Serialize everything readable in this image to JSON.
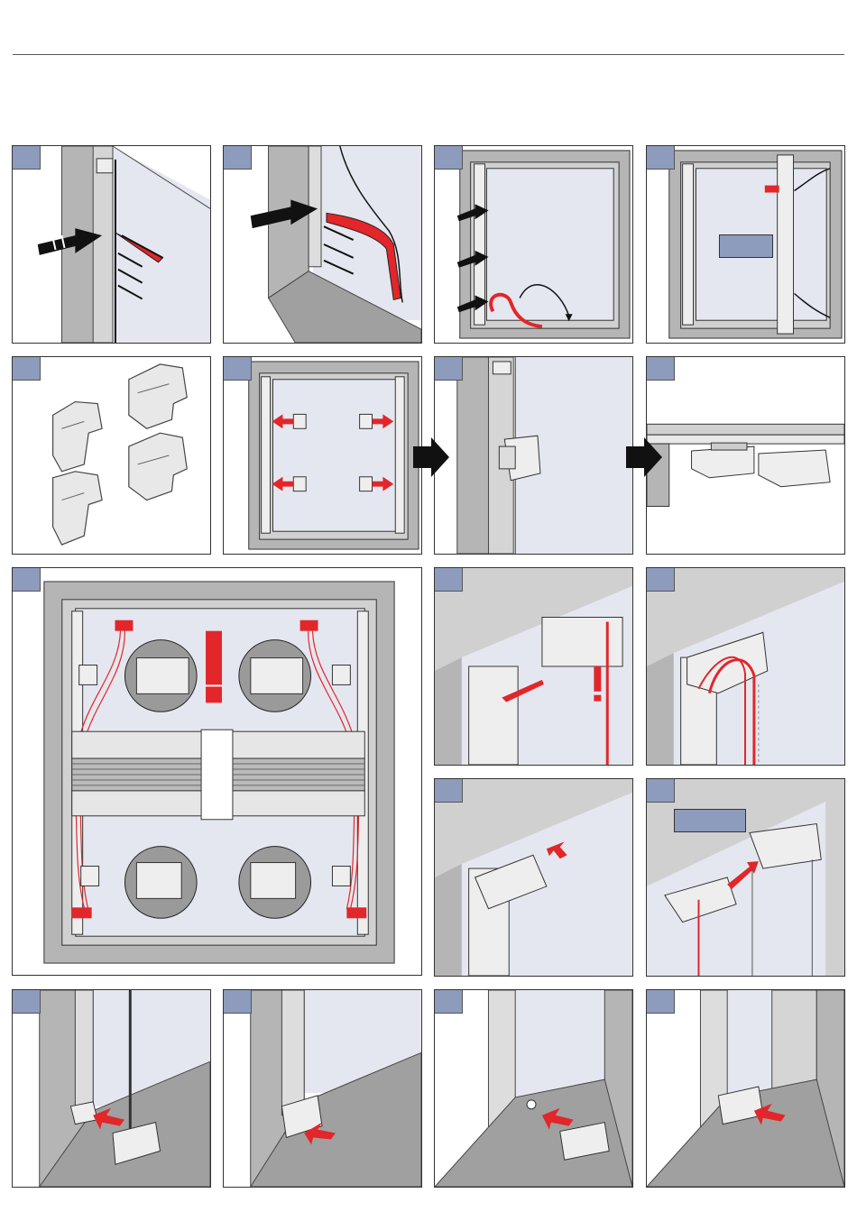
{
  "document": {
    "type": "installation-instructions",
    "rule": "horizontal-divider"
  },
  "colors": {
    "badge": "#8d9bbd",
    "accent_red": "#e2262a",
    "frame_gray": "#b5b5b5",
    "glass": "#e4e7ef",
    "arrow_black": "#111111"
  },
  "steps": [
    {
      "id": "step-1",
      "icon": "hand-arrows-clip-insert"
    },
    {
      "id": "step-2",
      "icon": "red-cord-insert"
    },
    {
      "id": "step-3",
      "icon": "frame-cord-routing"
    },
    {
      "id": "step-4",
      "icon": "frame-measure-label"
    },
    {
      "id": "step-5",
      "icon": "bracket-parts"
    },
    {
      "id": "step-6",
      "icon": "bracket-positions"
    },
    {
      "id": "step-7",
      "icon": "bracket-side-view"
    },
    {
      "id": "step-8",
      "icon": "bracket-section"
    },
    {
      "id": "step-9",
      "icon": "pleated-blind-overview"
    },
    {
      "id": "step-10",
      "icon": "headrail-clip-warning"
    },
    {
      "id": "step-11",
      "icon": "cord-routing-headrail"
    },
    {
      "id": "step-12",
      "icon": "headrail-press"
    },
    {
      "id": "step-13",
      "icon": "headrail-attach-label"
    },
    {
      "id": "step-14",
      "icon": "bottom-bracket-1"
    },
    {
      "id": "step-15",
      "icon": "bottom-bracket-2"
    },
    {
      "id": "step-16",
      "icon": "bottom-bracket-3"
    },
    {
      "id": "step-17",
      "icon": "bottom-bracket-4"
    }
  ],
  "warning_mark": "!"
}
